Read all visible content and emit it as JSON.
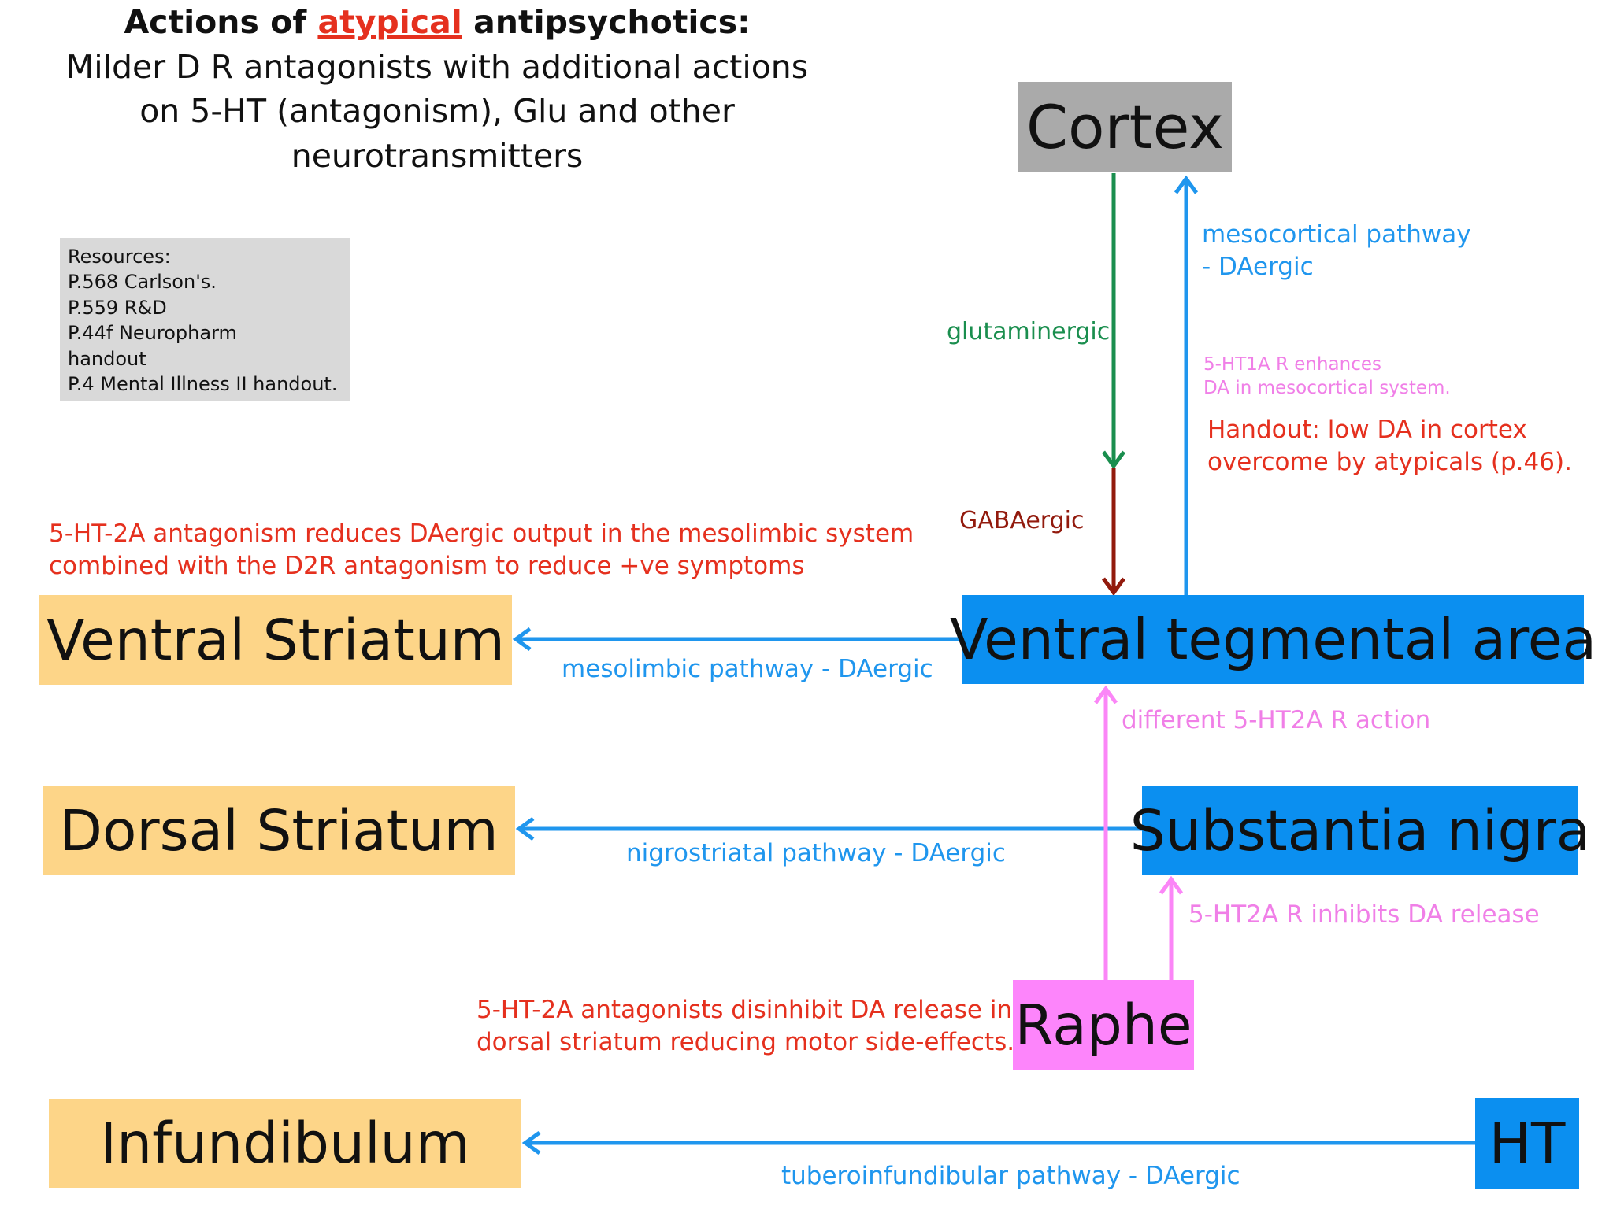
{
  "title": {
    "line1_prefix": "Actions of ",
    "line1_highlight": "atypical",
    "line1_suffix": " antipsychotics:",
    "line2": "Milder D R antagonists with additional actions",
    "line3": "on 5-HT (antagonism), Glu and other neurotransmitters"
  },
  "resources": [
    "Resources:",
    "P.568 Carlson's.",
    "P.559 R&D",
    "P.44f Neuropharm",
    "handout",
    "P.4 Mental Illness II handout."
  ],
  "nodes": {
    "cortex": "Cortex",
    "vta": "Ventral tegmental area",
    "substantia_nigra": "Substantia nigra",
    "raphe": "Raphe",
    "ht": "HT",
    "ventral_striatum": "Ventral Striatum",
    "dorsal_striatum": "Dorsal Striatum",
    "infundibulum": "Infundibulum"
  },
  "labels": {
    "mesocortical": [
      "mesocortical pathway",
      "- DAergic"
    ],
    "glutaminergic": "glutaminergic",
    "ht1a": [
      "5-HT1A R enhances",
      "DA in mesocortical system."
    ],
    "handout": [
      "Handout: low DA in cortex",
      "overcome by atypicals (p.46)."
    ],
    "gabaergic": "GABAergic",
    "mesolimbic_note": [
      "5-HT-2A antagonism reduces DAergic output in the mesolimbic system",
      "combined with the D2R antagonism to reduce +ve symptoms"
    ],
    "mesolimbic": "mesolimbic pathway - DAergic",
    "different_5ht2a": "different 5-HT2A R action",
    "nigrostriatal": "nigrostriatal pathway - DAergic",
    "inhibits": "5-HT2A R inhibits DA release",
    "disinhibit": [
      "5-HT-2A antagonists disinhibit DA release in",
      "dorsal striatum reducing motor side-effects."
    ],
    "tuberoinfundibular": "tuberoinfundibular pathway - DAergic"
  },
  "colors": {
    "cortex_box": "#aaaaaa",
    "nucleus_box": "#0b8ff0",
    "raphe_box": "#fd85fb",
    "target_box": "#fdd588",
    "resources_box": "#d9d9d9",
    "da_blue": "#1f96ee",
    "glu_green": "#1a8e4e",
    "gaba_red": "#921a0d",
    "serotonin_pink": "#fb86f7",
    "note_red": "#e5301e",
    "pink_text": "#f07fe7",
    "highlight_red": "#e5301e"
  },
  "icons": {
    "arrowhead": "chevron-arrowhead"
  }
}
